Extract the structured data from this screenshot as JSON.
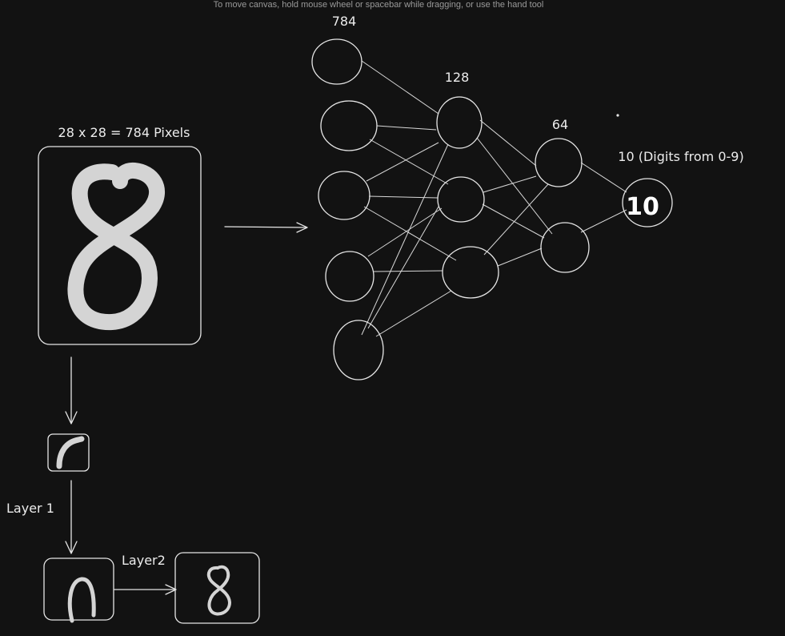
{
  "canvas": {
    "hint": "To move canvas, hold mouse wheel or spacebar while dragging, or use the hand tool"
  },
  "image_label": "28 x 28 = 784 Pixels",
  "layers": {
    "input": "784",
    "hidden1": "128",
    "hidden2": "64",
    "output": "10 (Digits from 0-9)"
  },
  "output_node_text": "10",
  "feature_labels": {
    "layer1": "Layer 1",
    "layer2": "Layer2"
  },
  "colors": {
    "background": "#121212",
    "stroke": "#e6e6e6",
    "digit_fill": "#d4d4d4"
  }
}
